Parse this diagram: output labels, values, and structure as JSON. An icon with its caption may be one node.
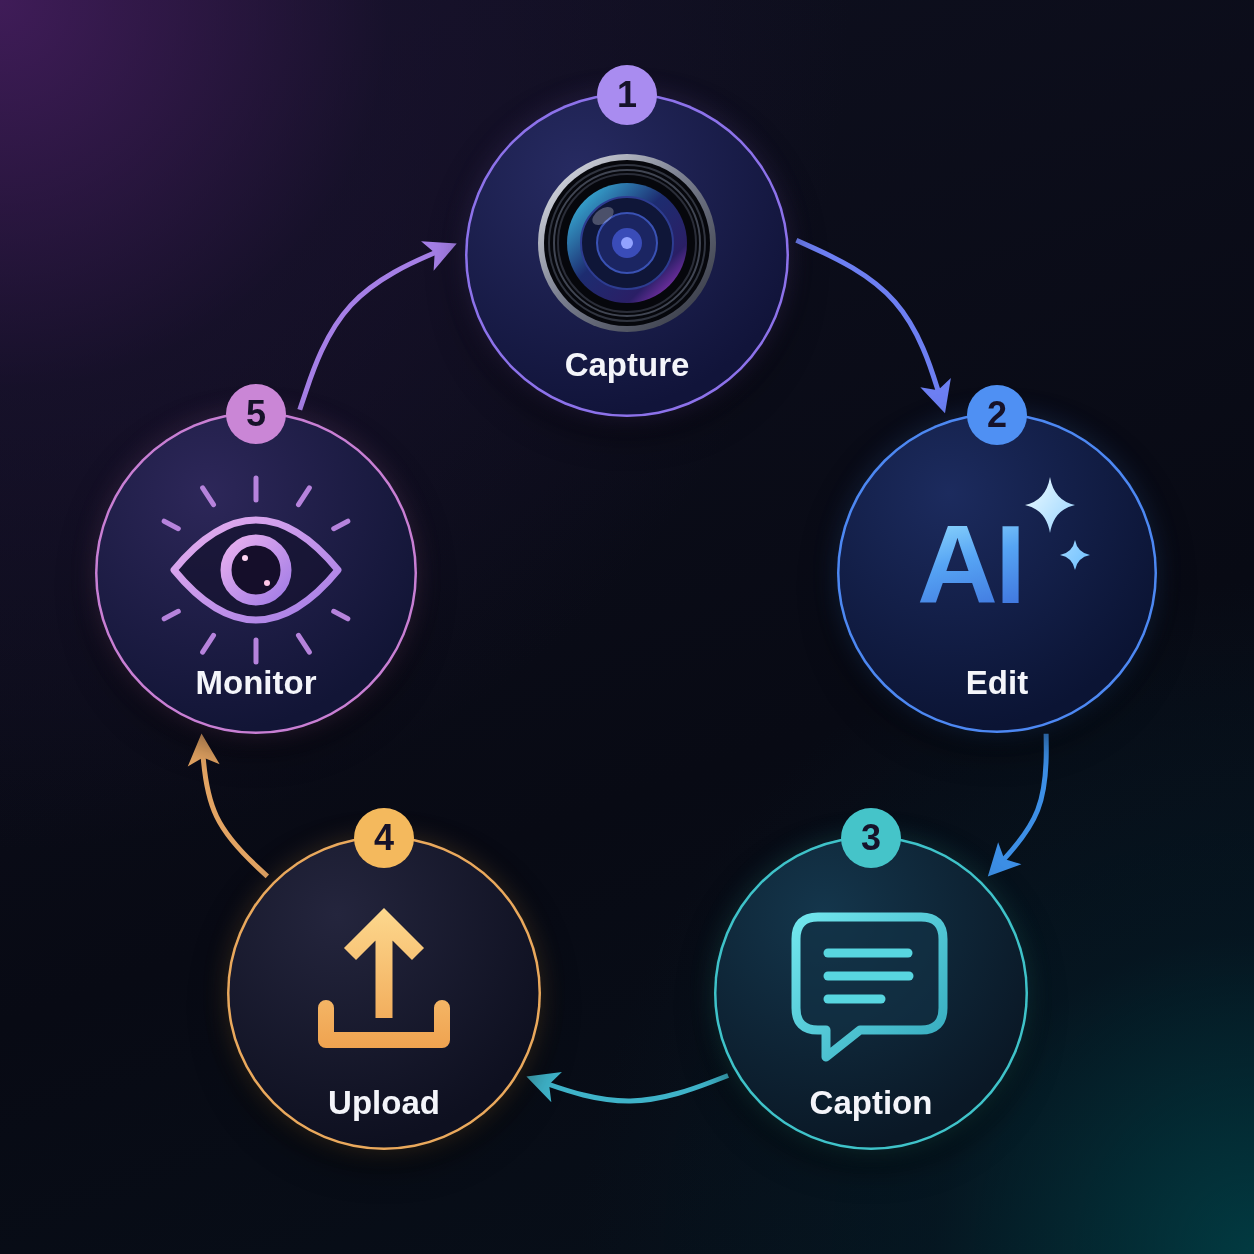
{
  "diagram": {
    "nodes": [
      {
        "text": [
          "1",
          "Capture"
        ]
      },
      {
        "text": [
          "2",
          "AI",
          "Edit"
        ]
      },
      {
        "text": [
          "3",
          "Caption"
        ]
      },
      {
        "text": [
          "4",
          "Upload"
        ]
      },
      {
        "text": [
          "5",
          "Monitor"
        ]
      }
    ],
    "edges": [
      {
        "from": 0,
        "to": 1,
        "arrow": "to",
        "color": "#6d7ff2"
      },
      {
        "from": 1,
        "to": 2,
        "arrow": "to",
        "color": "#3d8fe6"
      },
      {
        "from": 2,
        "to": 3,
        "arrow": "to",
        "color": "#3fb3c9"
      },
      {
        "from": 3,
        "to": 4,
        "arrow": "to",
        "color": "#e3a463"
      },
      {
        "from": 4,
        "to": 0,
        "arrow": "to",
        "color": "#a57fe6"
      }
    ]
  }
}
